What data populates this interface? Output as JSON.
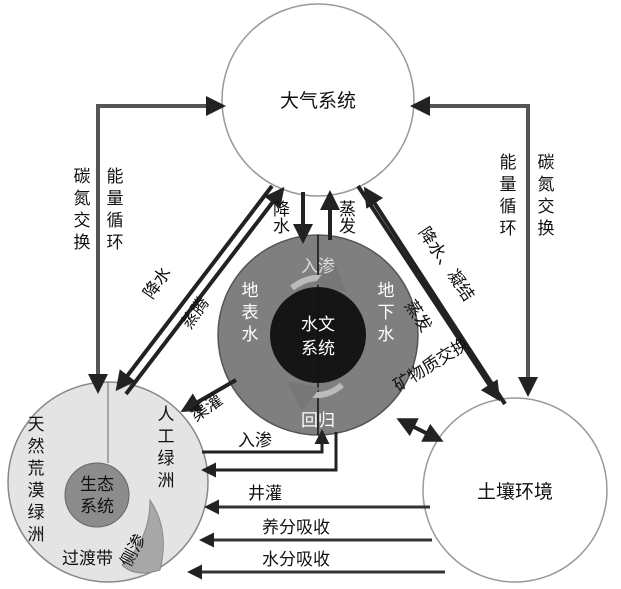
{
  "nodes": {
    "atmosphere": "大气系统",
    "soil": "土壤环境",
    "hydro": [
      "水文",
      "系统"
    ],
    "surface_water": "地表水",
    "ground_water": "地下水",
    "eco": [
      "生态",
      "系统"
    ],
    "natural_oasis": "天然荒漠绿洲",
    "artificial_oasis": "人工绿洲",
    "transition": "过渡带"
  },
  "links": {
    "left_energy": "能量循环",
    "left_cn": "碳氮交换",
    "right_energy": "能量循环",
    "right_cn": "碳氮交换",
    "precip_down": "降水",
    "evap_up": "蒸发",
    "infiltrate_top": "入渗",
    "return_bottom": "回归",
    "precip_left": "降水",
    "transpire_left": "蒸腾",
    "precip_right": "降水、凝结",
    "evap_right": "蒸发",
    "irrigation_canal": "渠灌",
    "infiltrate_eco": "入渗",
    "mineral_exchange": "矿物质交换",
    "well_irrigation": "井灌",
    "nutrient_uptake": "养分吸收",
    "water_uptake": "水分吸收",
    "lateral_seepage": "侧渗"
  }
}
